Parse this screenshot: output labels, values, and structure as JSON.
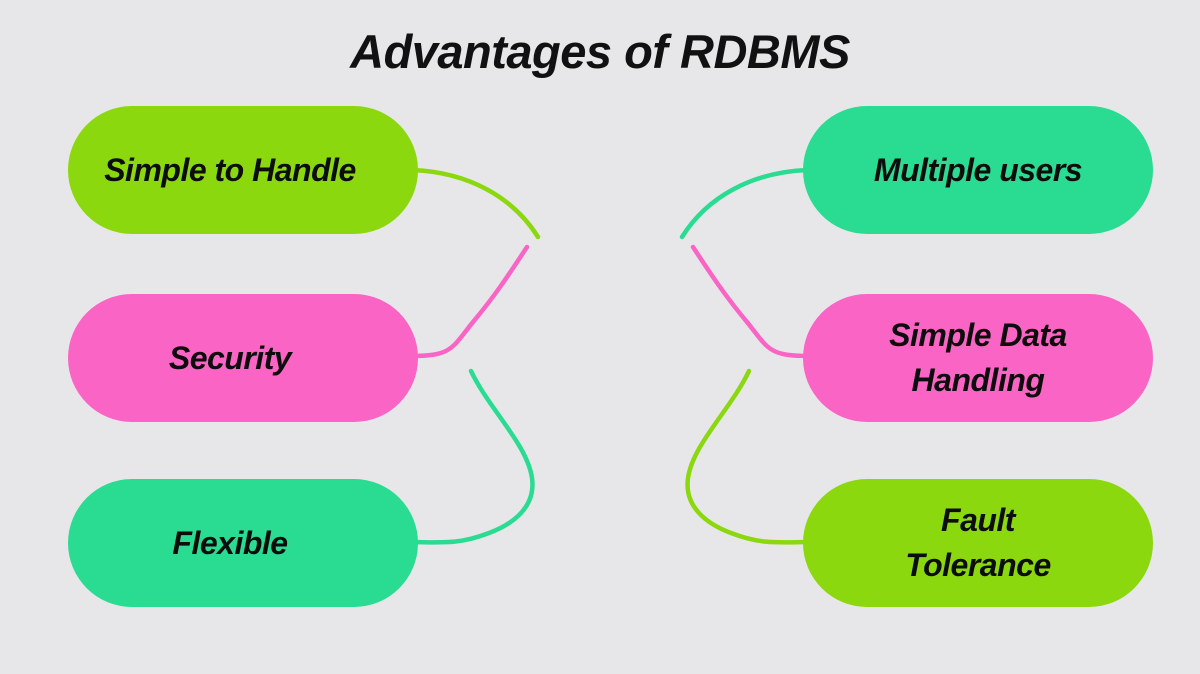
{
  "title": "Advantages of RDBMS",
  "colors": {
    "background": "#e7e7e9",
    "lime": "#8cd80e",
    "pink": "#fa64c4",
    "teal": "#29dc92",
    "text": "#0d0d0d"
  },
  "nodes": [
    {
      "id": "simple-to-handle",
      "side": "left",
      "row": 1,
      "color": "lime",
      "lines": [
        "Simple to Handle"
      ]
    },
    {
      "id": "security",
      "side": "left",
      "row": 2,
      "color": "pink",
      "lines": [
        "Security"
      ]
    },
    {
      "id": "flexible",
      "side": "left",
      "row": 3,
      "color": "teal",
      "lines": [
        "Flexible"
      ]
    },
    {
      "id": "multiple-users",
      "side": "right",
      "row": 1,
      "color": "teal",
      "lines": [
        "Multiple users"
      ]
    },
    {
      "id": "simple-data-handling",
      "side": "right",
      "row": 2,
      "color": "pink",
      "lines": [
        "Simple Data",
        "Handling"
      ]
    },
    {
      "id": "fault-tolerance",
      "side": "right",
      "row": 3,
      "color": "lime",
      "lines": [
        "Fault",
        "Tolerance"
      ]
    }
  ],
  "connectors": [
    {
      "to": "simple-to-handle",
      "color": "lime"
    },
    {
      "to": "security",
      "color": "pink"
    },
    {
      "to": "flexible",
      "color": "teal"
    },
    {
      "to": "multiple-users",
      "color": "teal"
    },
    {
      "to": "simple-data-handling",
      "color": "pink"
    },
    {
      "to": "fault-tolerance",
      "color": "lime"
    }
  ]
}
